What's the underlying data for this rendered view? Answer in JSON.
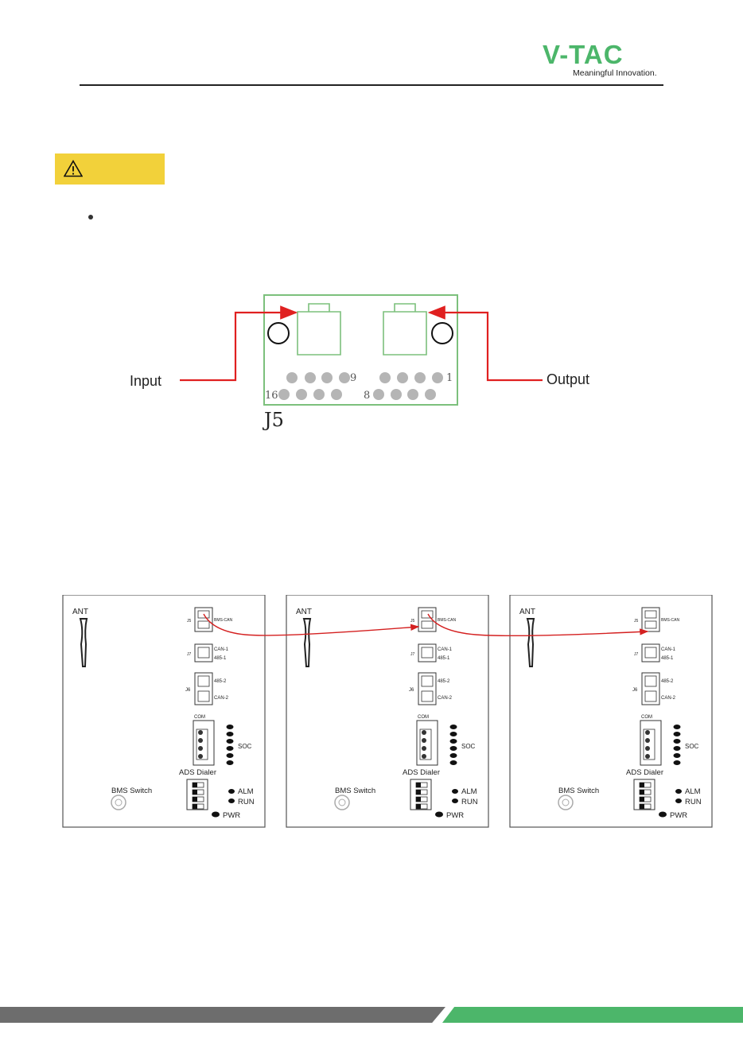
{
  "brand": {
    "name": "V-TAC",
    "tagline": "Meaningful Innovation.",
    "green": "#4cb66a",
    "gray": "#6d6d6d",
    "warning_yellow": "#f2d13a"
  },
  "warning": {
    "icon": "warning-triangle-icon"
  },
  "connector_figure": {
    "input_label": "Input",
    "output_label": "Output",
    "connector_name": "J5",
    "pin_9": "9",
    "pin_1": "1",
    "pin_16": "16",
    "pin_8": "8",
    "arrow_color": "#e02020"
  },
  "bms_panels": {
    "panel_count": 3,
    "ant_label": "ANT",
    "j5_label": "J5",
    "bms_can_label": "BMS-CAN",
    "j7_label": "J7",
    "can1_label": "CAN-1",
    "rs485_1_label": "485-1",
    "j6_label": "J6",
    "rs485_2_label": "485-2",
    "can2_label": "CAN-2",
    "com_label": "COM",
    "soc_label": "SOC",
    "ads_dialer_label": "ADS Dialer",
    "bms_switch_label": "BMS Switch",
    "alm_label": "ALM",
    "run_label": "RUN",
    "pwr_label": "PWR"
  }
}
